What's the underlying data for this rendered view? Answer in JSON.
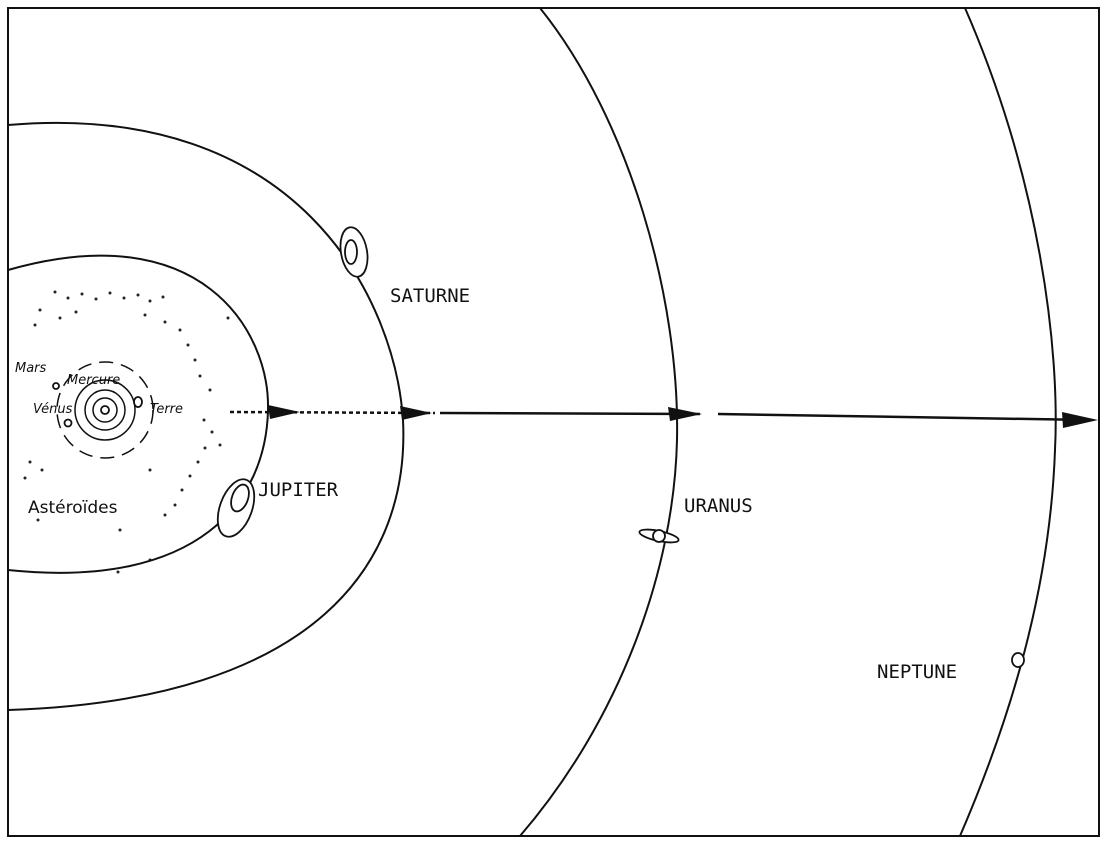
{
  "labels": {
    "saturne": "SATURNE",
    "jupiter": "JUPITER",
    "uranus": "URANUS",
    "neptune": "NEPTUNE",
    "mars": "Mars",
    "mercure": "Mercure",
    "venus": "Vénus",
    "terre": "Terre",
    "asteroides": "Astéroïdes"
  }
}
